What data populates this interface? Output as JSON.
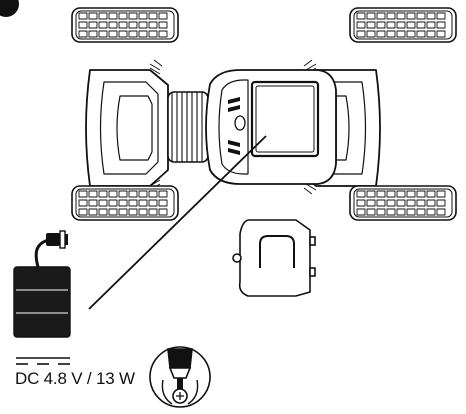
{
  "power_spec": {
    "label": "DC 4.8 V / 13 W"
  },
  "icons": {
    "step_marker": "filled-circle-step-marker",
    "car": "rc-stunt-car-top-view",
    "battery_pack": "rechargeable-battery-pack",
    "connector": "battery-plug-connector",
    "battery_cover": "battery-compartment-cover",
    "dc_symbol": "direct-current-symbol",
    "screwdriver": "phillips-screwdriver-icon"
  },
  "colors": {
    "line": "#111111",
    "pack_fill": "#1a1a1a",
    "background": "#ffffff"
  }
}
